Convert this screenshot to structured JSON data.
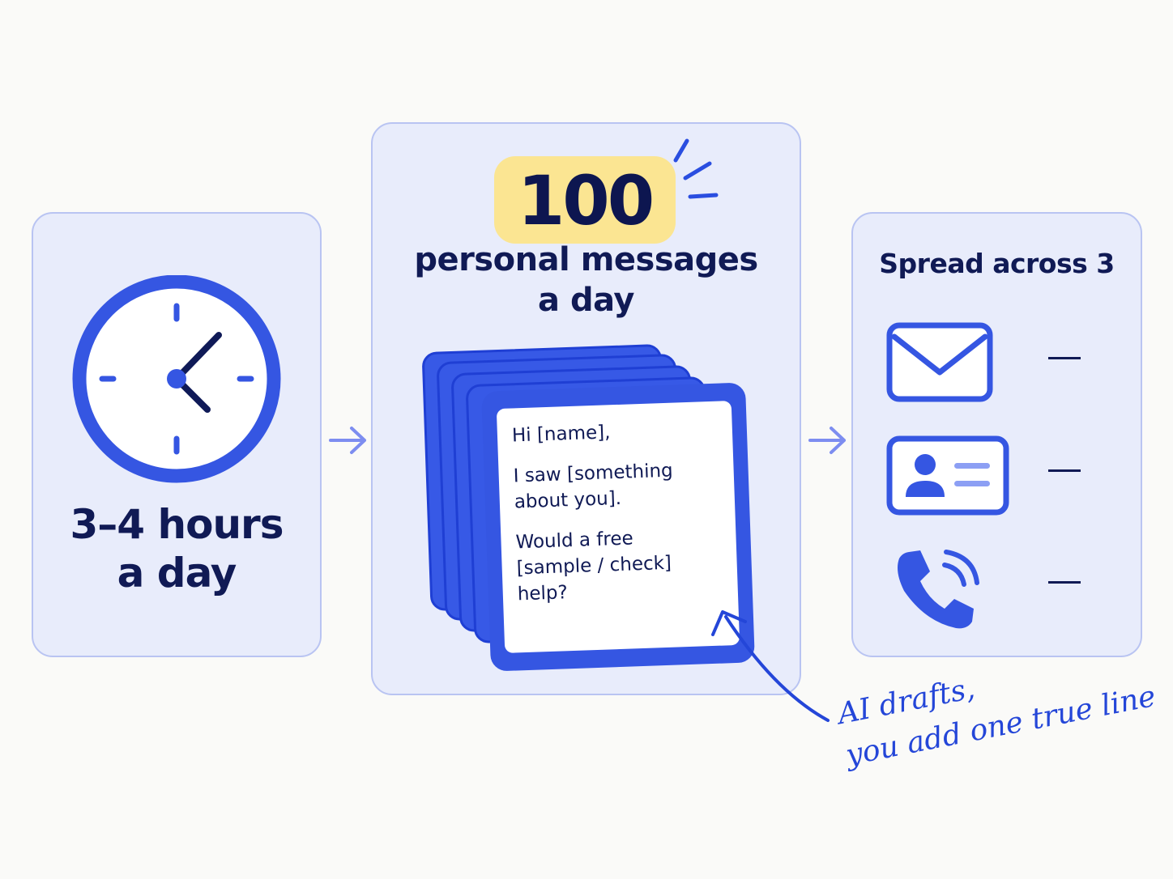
{
  "left_panel": {
    "hours_line1": "3–4 hours",
    "hours_line2": "a day",
    "icon": "clock-icon"
  },
  "center_panel": {
    "number": "100",
    "label_line1": "personal messages",
    "label_line2": "a day",
    "message": {
      "greeting": "Hi [name],",
      "line2a": "I saw [something",
      "line2b": "about you].",
      "line3a": "Would a free",
      "line3b": "[sample / check]",
      "line3c": "help?"
    }
  },
  "right_panel": {
    "title": "Spread across 3",
    "channels": [
      {
        "icon": "envelope-icon",
        "label": "—"
      },
      {
        "icon": "contact-card-icon",
        "label": "—"
      },
      {
        "icon": "phone-icon",
        "label": "—"
      }
    ]
  },
  "annotation": {
    "line1": "AI drafts,",
    "line2": "you add one true line"
  },
  "colors": {
    "accent": "#3556e2",
    "panel": "#e8ecfb",
    "highlight": "#fbe592",
    "text": "#101a55"
  }
}
